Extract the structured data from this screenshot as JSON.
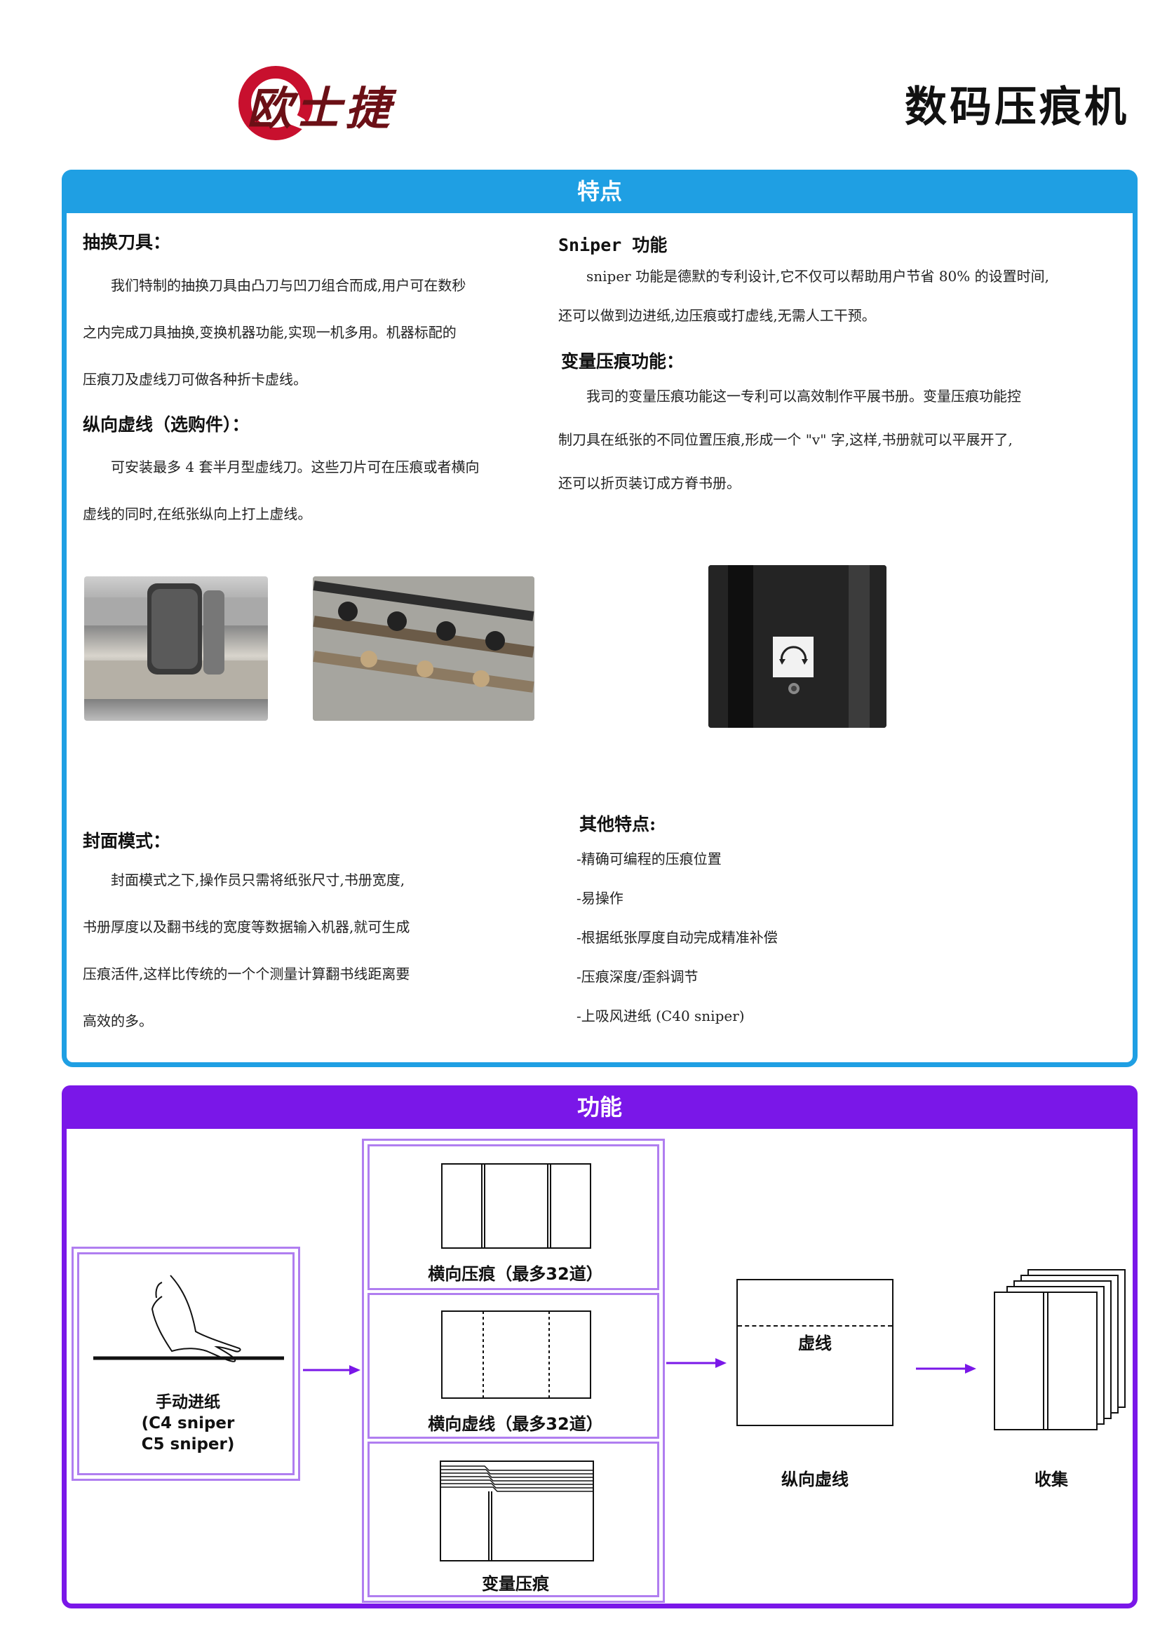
{
  "header": {
    "brand": "欧士捷",
    "title": "数码压痕机"
  },
  "features": {
    "heading": "特点",
    "blade": {
      "title": "抽换刀具：",
      "lines": [
        "我们特制的抽换刀具由凸刀与凹刀组合而成,用户可在数秒",
        "之内完成刀具抽换,变换机器功能,实现一机多用。机器标配的",
        "压痕刀及虚线刀可做各种折卡虚线。"
      ]
    },
    "perf": {
      "title": "纵向虚线（选购件）：",
      "lines": [
        "可安装最多 4 套半月型虚线刀。这些刀片可在压痕或者横向",
        "虚线的同时,在纸张纵向上打上虚线。"
      ]
    },
    "sniper": {
      "title": "Sniper 功能",
      "lines": [
        "sniper 功能是德默的专利设计,它不仅可以帮助用户节省 80% 的设置时间,",
        "还可以做到边进纸,边压痕或打虚线,无需人工干预。"
      ]
    },
    "variable": {
      "title": "变量压痕功能：",
      "lines": [
        "我司的变量压痕功能这一专利可以高效制作平展书册。变量压痕功能控",
        "制刀具在纸张的不同位置压痕,形成一个 \"v\" 字,这样,书册就可以平展开了,",
        "还可以折页装订成方脊书册。"
      ]
    },
    "cover": {
      "title": "封面模式：",
      "lines": [
        "封面模式之下,操作员只需将纸张尺寸,书册宽度,",
        "书册厚度以及翻书线的宽度等数据输入机器,就可生成",
        "压痕活件,这样比传统的一个个测量计算翻书线距离要",
        "高效的多。"
      ]
    },
    "other": {
      "title": "其他特点:",
      "items": [
        "-精确可编程的压痕位置",
        "-易操作",
        "-根据纸张厚度自动完成精准补偿",
        "-压痕深度/歪斜调节",
        "-上吸风进纸 (C40 sniper)"
      ]
    }
  },
  "function": {
    "heading": "功能",
    "feed_label_1": "手动进纸",
    "feed_label_2": "(C4 sniper",
    "feed_label_3": "C5 sniper)",
    "crease_label": "横向压痕（最多32道）",
    "perf_label": "横向虚线（最多32道）",
    "variable_label": "变量压痕",
    "dash_text": "虚线",
    "long_perf_label": "纵向虚线",
    "collect_label": "收集"
  },
  "colors": {
    "blue": "#1f9fe3",
    "purple": "#7a17e8",
    "brand_red": "#c8102e"
  }
}
